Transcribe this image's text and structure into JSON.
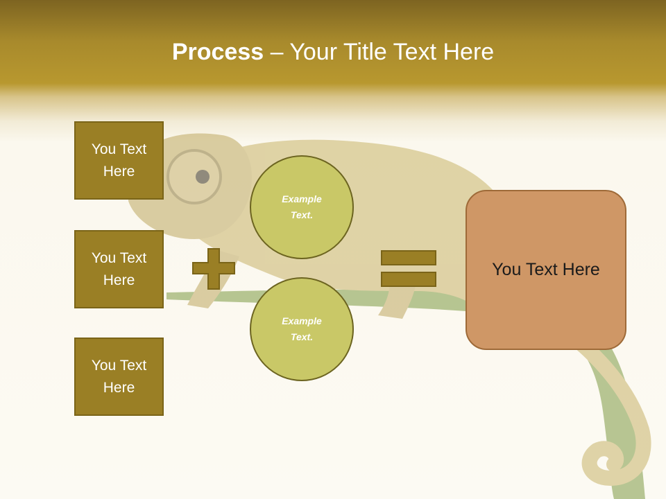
{
  "title": {
    "bold": "Process",
    "rest": " – Your Title Text Here"
  },
  "left_boxes": [
    {
      "label": "You Text Here"
    },
    {
      "label": "You Text Here"
    },
    {
      "label": "You Text Here"
    }
  ],
  "circles": [
    {
      "label": "Example Text."
    },
    {
      "label": "Example Text."
    }
  ],
  "result": {
    "label": "You Text Here"
  },
  "colors": {
    "header": "#a88a2c",
    "box_fill": "#9a7f25",
    "circle_fill": "#c9c867",
    "result_fill": "#cf9766",
    "operator_fill": "#9a7f25"
  },
  "icons": {
    "background": "chameleon-on-branch-image",
    "plus": "plus-icon",
    "equals": "equals-icon"
  }
}
